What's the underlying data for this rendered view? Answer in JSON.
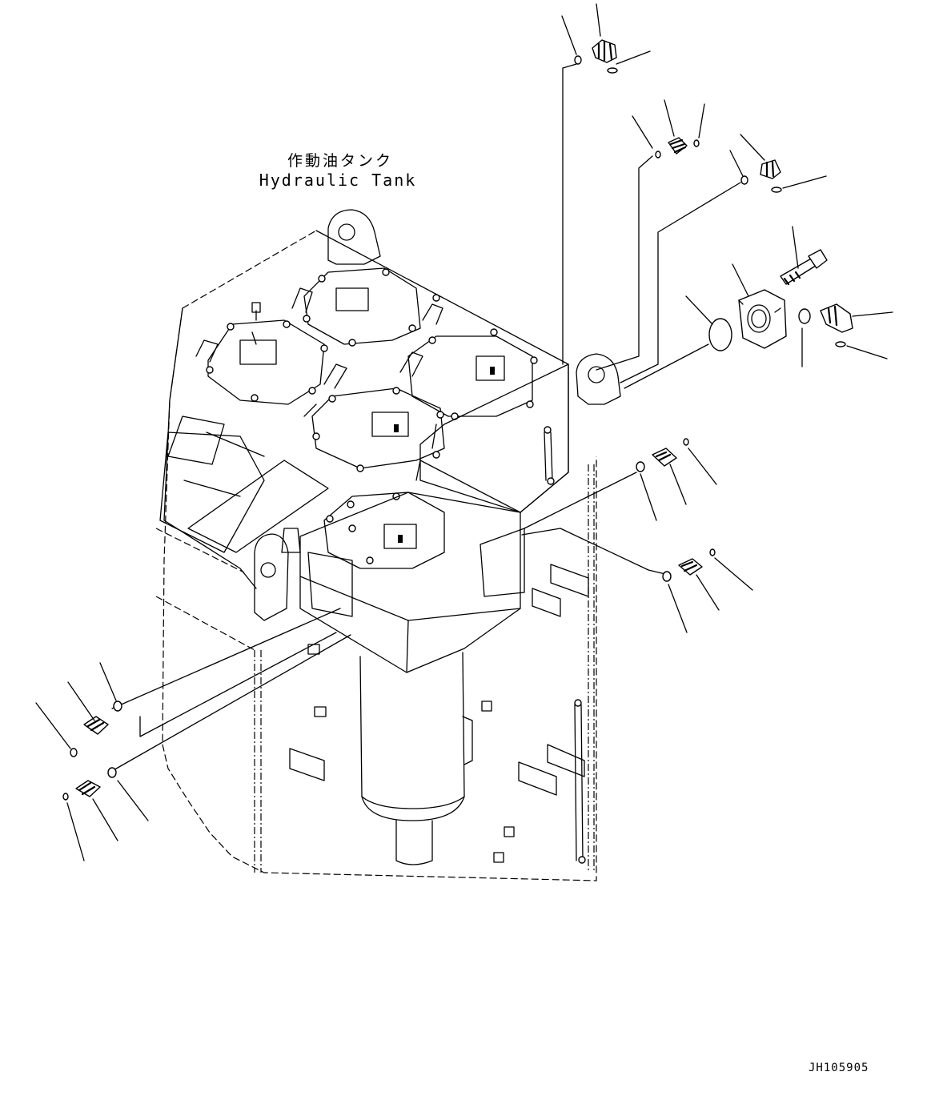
{
  "diagram": {
    "title_japanese": "作動油タンク",
    "title_english": "Hydraulic Tank",
    "drawing_number": "JH105905"
  }
}
